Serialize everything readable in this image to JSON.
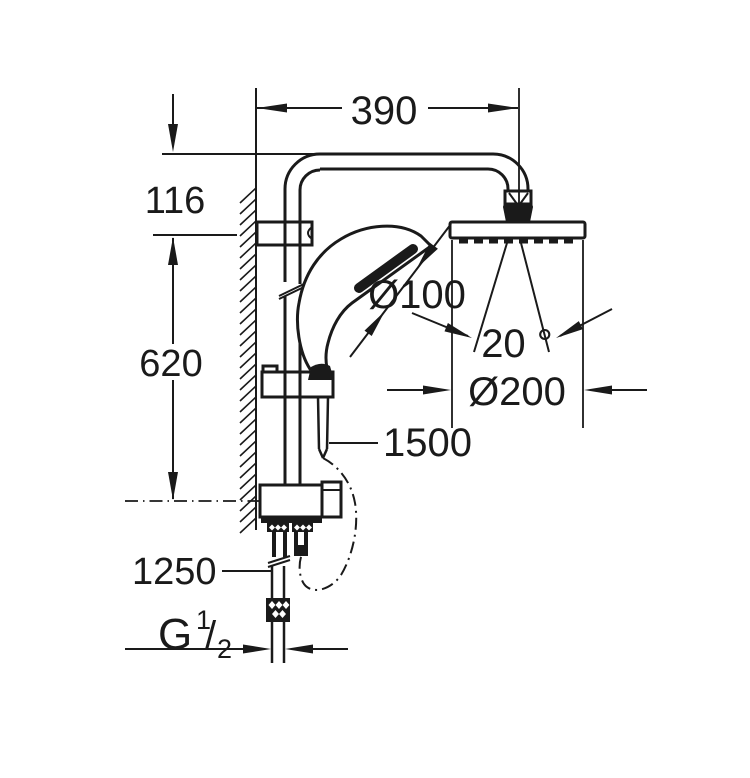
{
  "drawing": {
    "kind": "shower-system-dimension-diagram",
    "colors": {
      "background": "#ffffff",
      "line": "#1a1a1a"
    },
    "labels": {
      "arm_projection": "390",
      "arm_drop": "116",
      "rail_span": "620",
      "hand_shower_diameter": "Ø100",
      "spray_angle": "20 °",
      "head_diameter": "Ø200",
      "hose_length": "1500",
      "supply_height": "1250",
      "thread_letter": "G",
      "thread_numerator": "1",
      "thread_slash": "/",
      "thread_denominator": "2"
    }
  }
}
